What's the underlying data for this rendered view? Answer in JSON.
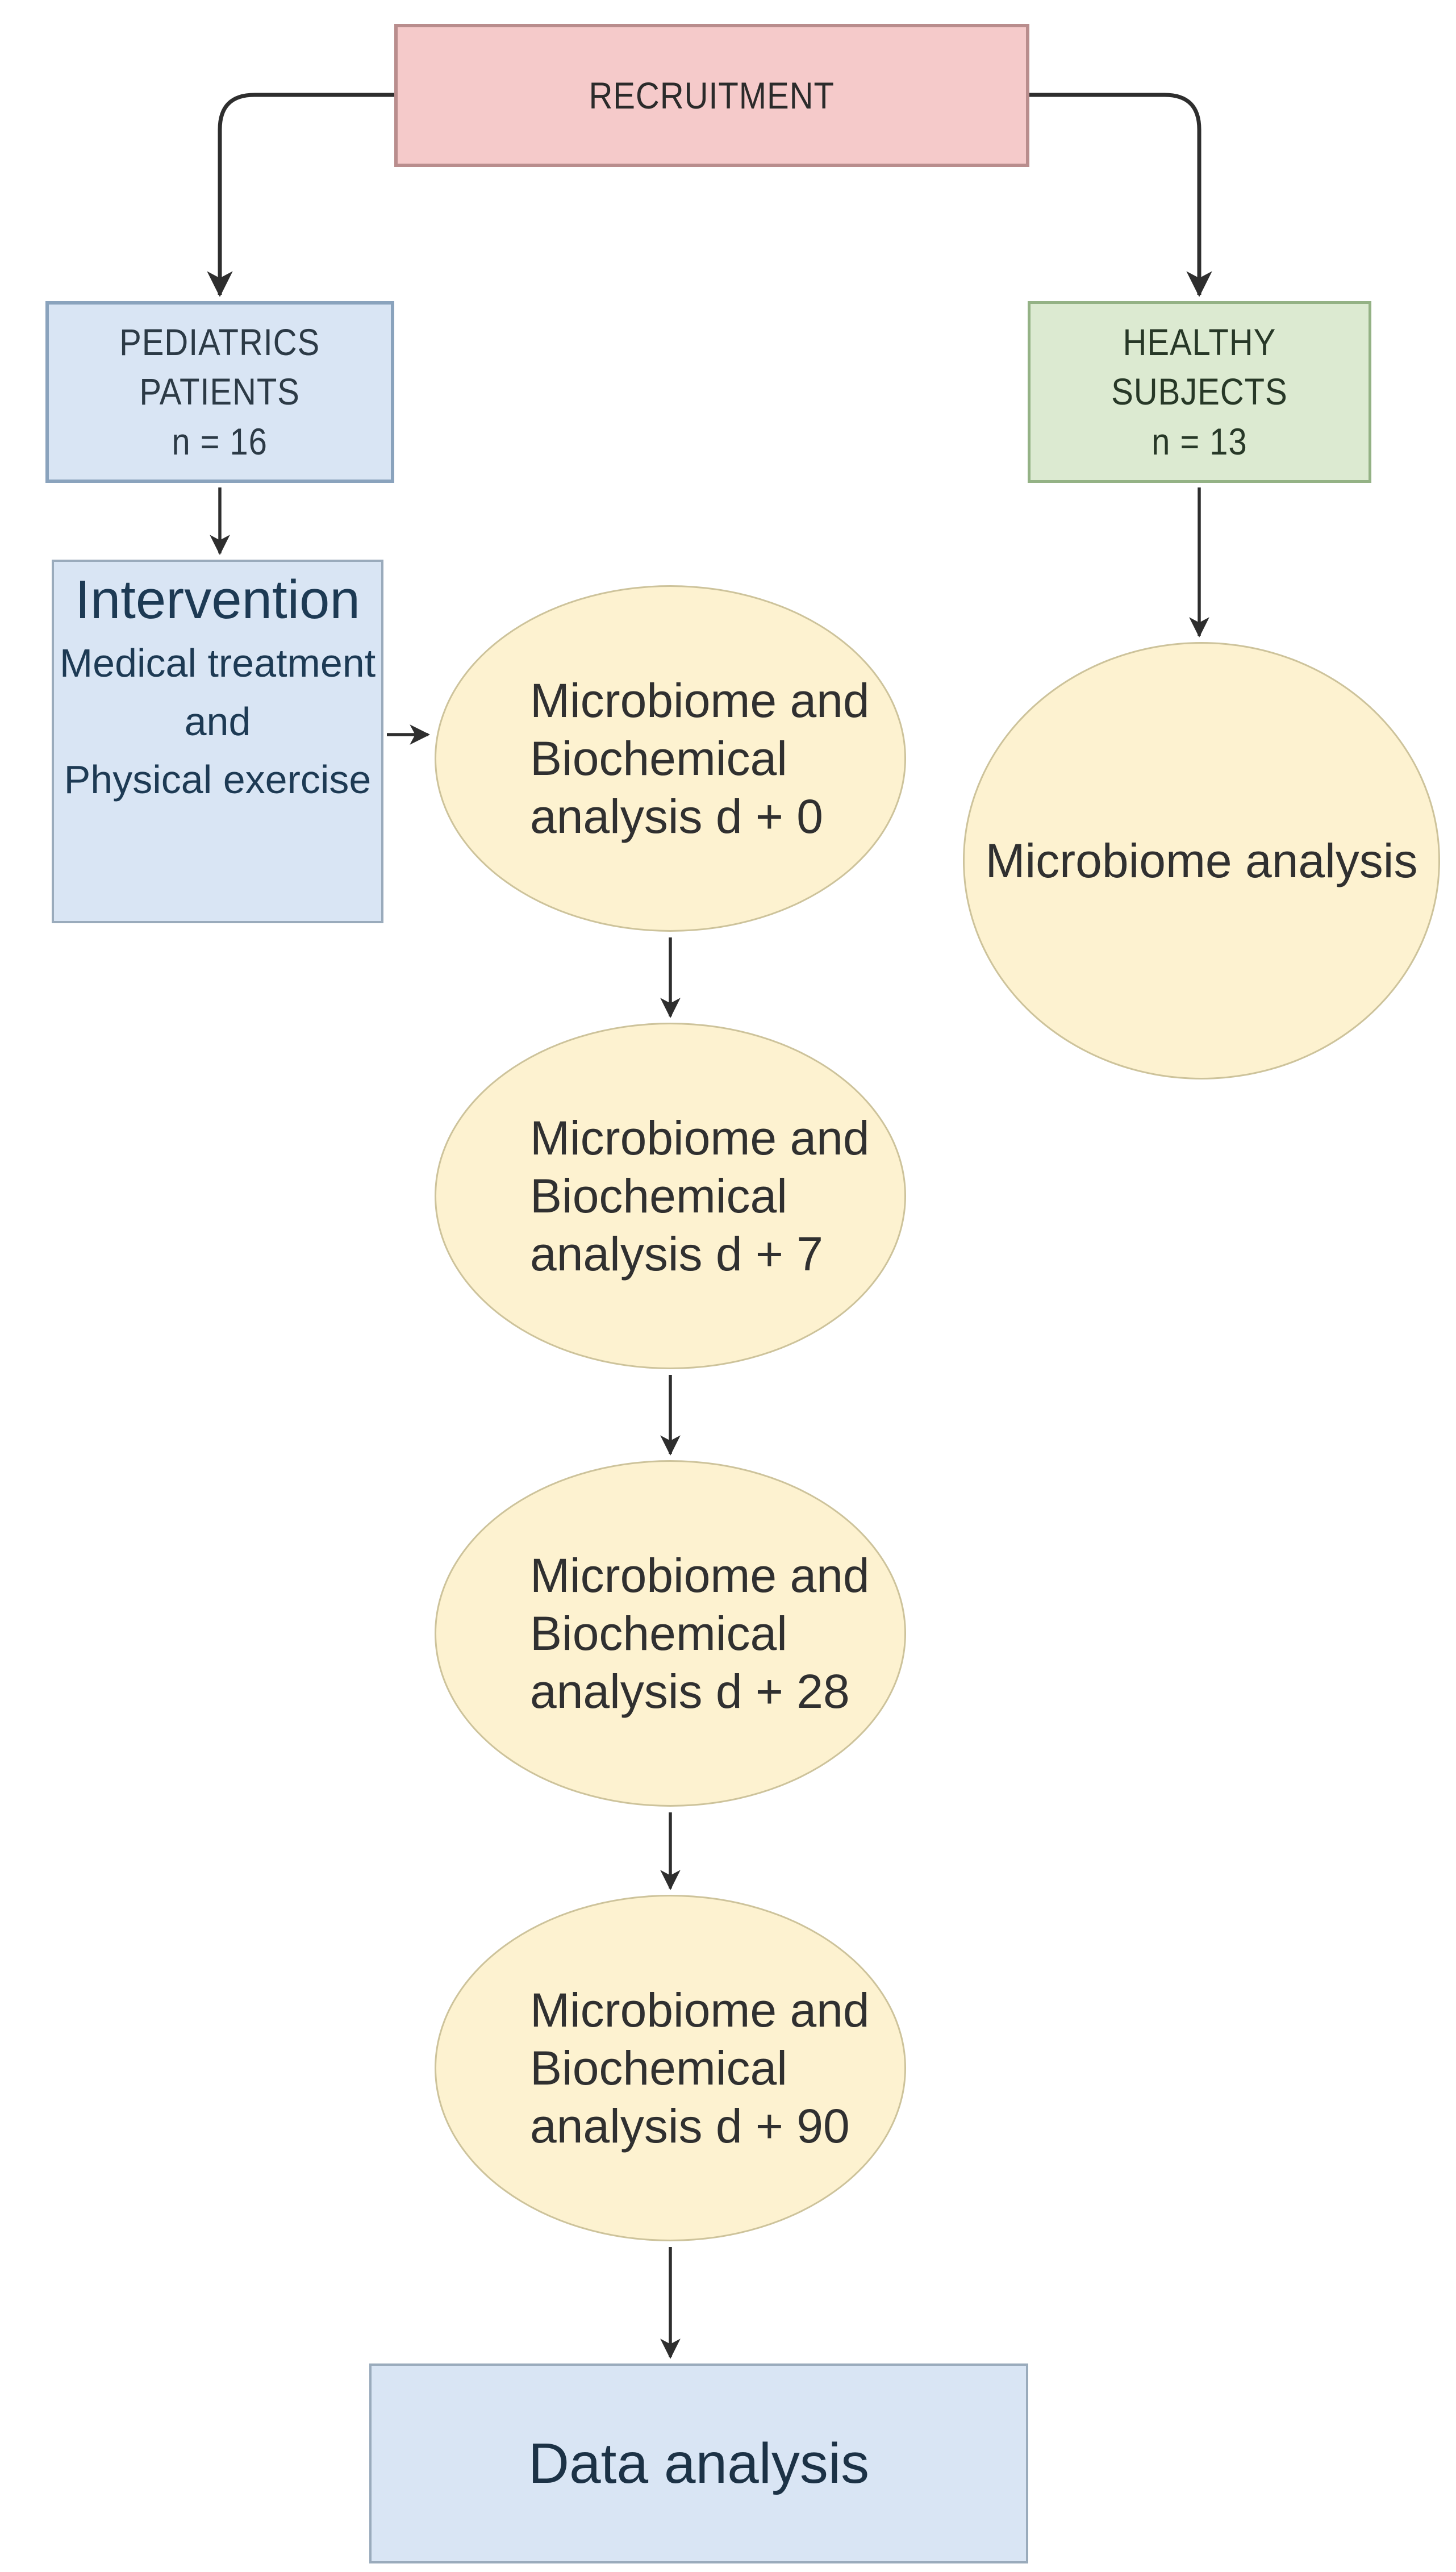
{
  "palette": {
    "pink-fill": "#f5caca",
    "pink-border": "#b98d8d",
    "blue-fill": "#d9e5f4",
    "blue-border": "#8aa3bd",
    "soft-border": "#9aabbc",
    "green-fill": "#dcead1",
    "green-border": "#94b285",
    "cream-fill": "#fdf2d0",
    "cream-border": "#cdc39b",
    "arrow-color": "#2e2e2e",
    "recruitment-text": "#2b2b2b",
    "pediatrics-text": "#2c3a46",
    "healthy-text": "#273827",
    "intervention-text": "#1d3a54",
    "ellipse-text": "#303030",
    "data-text": "#1c3246"
  },
  "recruitment": {
    "label": "RECRUITMENT"
  },
  "pediatrics": {
    "line1": "PEDIATRICS",
    "line2": "PATIENTS",
    "line3": "n = 16"
  },
  "healthy": {
    "line1": "HEALTHY",
    "line2": "SUBJECTS",
    "line3": "n = 13"
  },
  "intervention": {
    "title": "Intervention",
    "para1": "Medical treatment",
    "para2": "and",
    "para3": "Physical exercise"
  },
  "timepoints": [
    {
      "line1": "Microbiome and",
      "line2": "Biochemical",
      "line3": "analysis d + 0"
    },
    {
      "line1": "Microbiome and",
      "line2": "Biochemical",
      "line3": "analysis d + 7"
    },
    {
      "line1": "Microbiome and",
      "line2": "Biochemical",
      "line3": "analysis d + 28"
    },
    {
      "line1": "Microbiome and",
      "line2": "Biochemical",
      "line3": "analysis d + 90"
    }
  ],
  "healthy_analysis": {
    "label": "Microbiome analysis"
  },
  "data_analysis": {
    "label": "Data analysis"
  }
}
